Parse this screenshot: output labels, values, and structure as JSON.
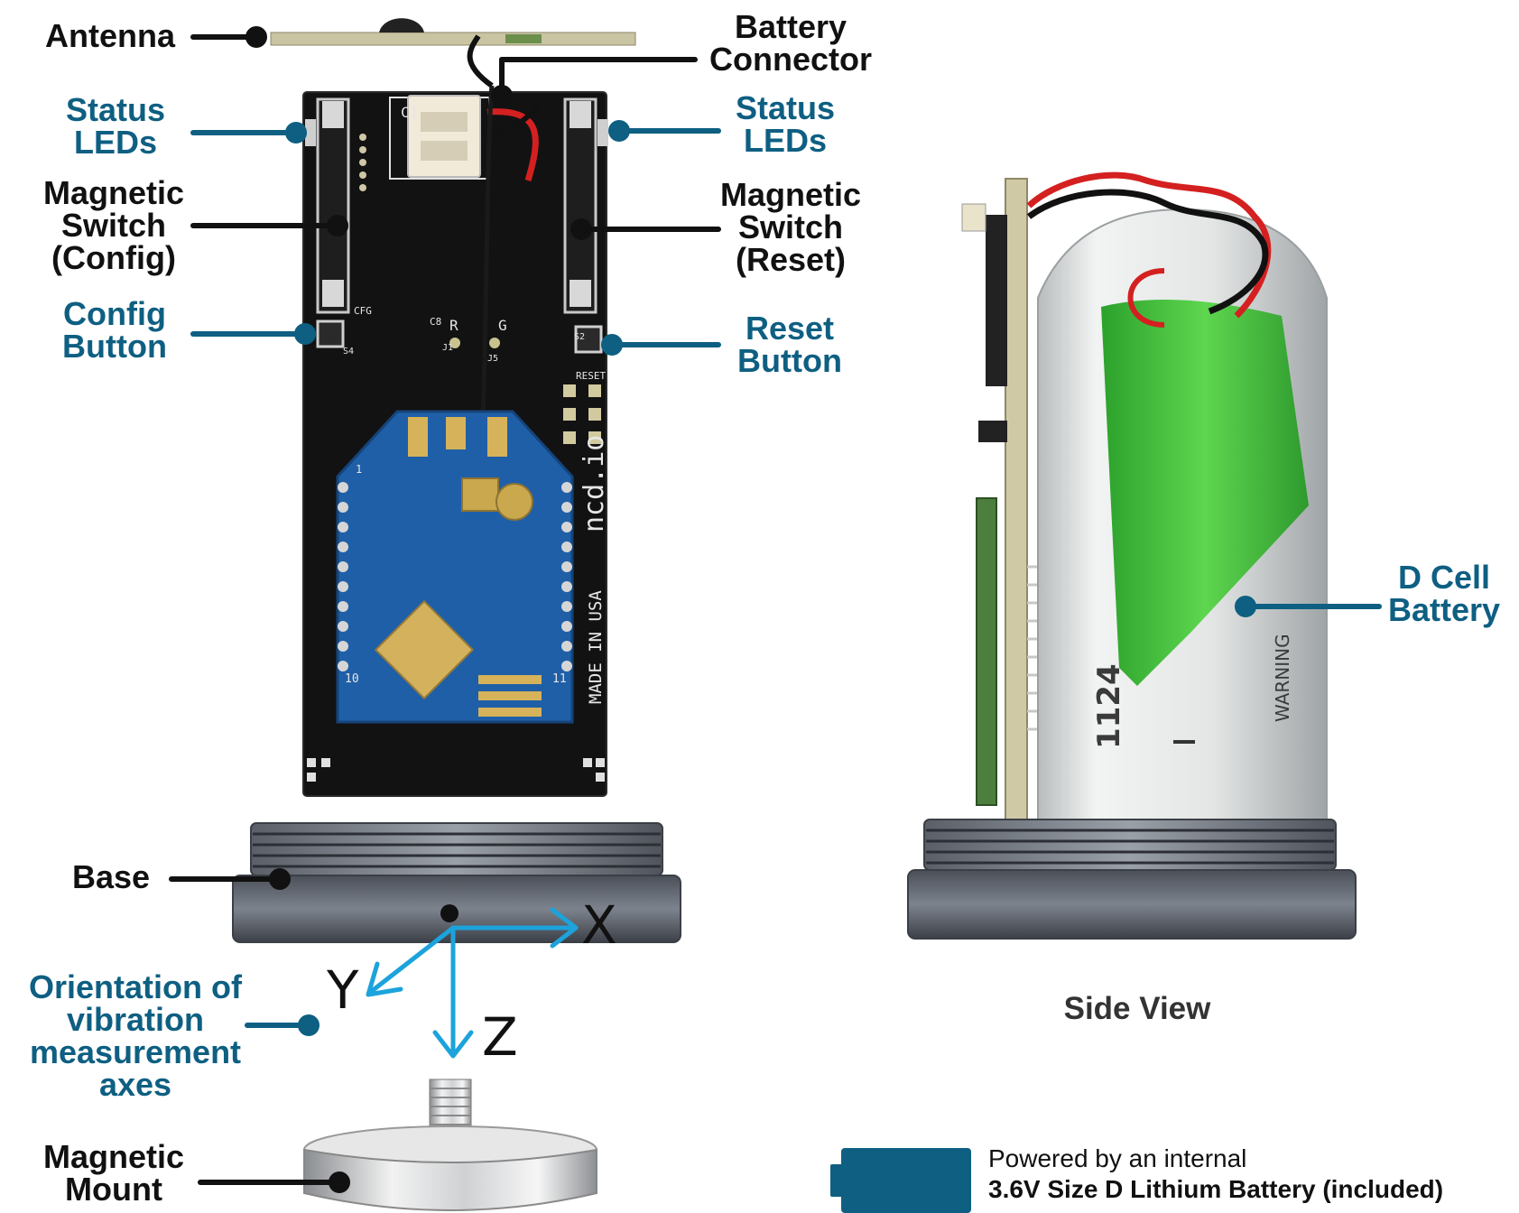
{
  "labels": {
    "antenna": "Antenna",
    "battery_connector": [
      "Battery",
      "Connector"
    ],
    "status_leds_left": [
      "Status",
      "LEDs"
    ],
    "status_leds_right": [
      "Status",
      "LEDs"
    ],
    "magnetic_switch_config": [
      "Magnetic",
      "Switch",
      "(Config)"
    ],
    "magnetic_switch_reset": [
      "Magnetic",
      "Switch",
      "(Reset)"
    ],
    "config_button": [
      "Config",
      "Button"
    ],
    "reset_button": [
      "Reset",
      "Button"
    ],
    "base": "Base",
    "orientation": [
      "Orientation of",
      "vibration",
      "measurement",
      "axes"
    ],
    "magnetic_mount": [
      "Magnetic",
      "Mount"
    ],
    "d_cell_battery": [
      "D Cell",
      "Battery"
    ],
    "side_view": "Side View"
  },
  "axes": {
    "x": "X",
    "y": "Y",
    "z": "Z"
  },
  "board_text": {
    "brand": "ncd.io",
    "made_in": "MADE IN USA",
    "cfg": "CFG",
    "reset": "RESET",
    "c1": "C1",
    "s4": "S4",
    "s2": "S2",
    "j1": "J1",
    "j5": "J5",
    "c8": "C8",
    "r": "R",
    "g": "G",
    "pin_1": "1",
    "pin_10": "10",
    "pin_11": "11",
    "battery_mark": "1124",
    "warning": "WARNING"
  },
  "footer": {
    "line1": "Powered by an internal",
    "line2": "3.6V Size D  Lithium Battery (included)"
  },
  "colors": {
    "label_blue": "#0e5f82",
    "label_black": "#111111",
    "axis_arrow": "#1ca3dc",
    "battery_icon": "#0e5f82",
    "pcb_black": "#111111",
    "module_blue": "#1f5fa8",
    "battery_green": "#3fc43a"
  }
}
